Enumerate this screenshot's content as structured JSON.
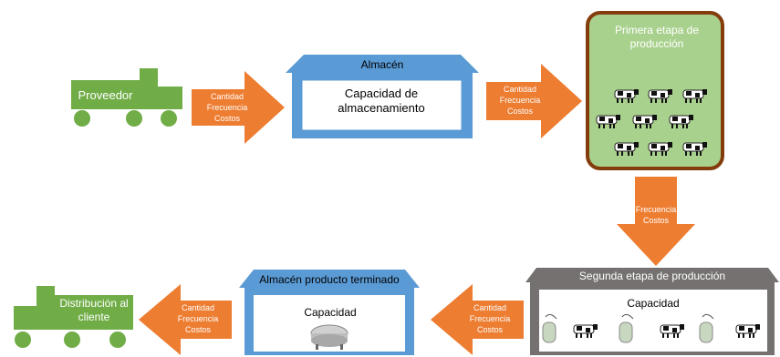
{
  "colors": {
    "green": "#70ad47",
    "blue": "#5b9bd5",
    "orange": "#ed7d31",
    "brown": "#843c0c",
    "stage_fill": "#a9d18e",
    "gray": "#767171"
  },
  "supplier": {
    "label": "Proveedor"
  },
  "distribution": {
    "label": "Distribución al cliente"
  },
  "warehouse": {
    "title": "Almacén",
    "body": "Capacidad de almacenamiento"
  },
  "finished_warehouse": {
    "title": "Almacén producto terminado",
    "body": "Capacidad"
  },
  "stage1": {
    "title": "Primera etapa de producción"
  },
  "stage2": {
    "title": "Segunda etapa de producción",
    "body": "Capacidad"
  },
  "arrows": {
    "a1": [
      "Cantidad",
      "Frecuencia",
      "Costos"
    ],
    "a2": [
      "Cantidad",
      "Frecuencia",
      "Costos"
    ],
    "a3": [
      "Frecuencia",
      "Costos"
    ],
    "a4": [
      "Cantidad",
      "Frecuencia",
      "Costos"
    ],
    "a5": [
      "Cantidad",
      "Frecuencia",
      "Costos"
    ]
  },
  "icons": {
    "truck": "truck-icon",
    "cow": "cow-icon",
    "milking_machine": "milking-machine-icon",
    "milk_tank": "milk-tank-icon"
  }
}
